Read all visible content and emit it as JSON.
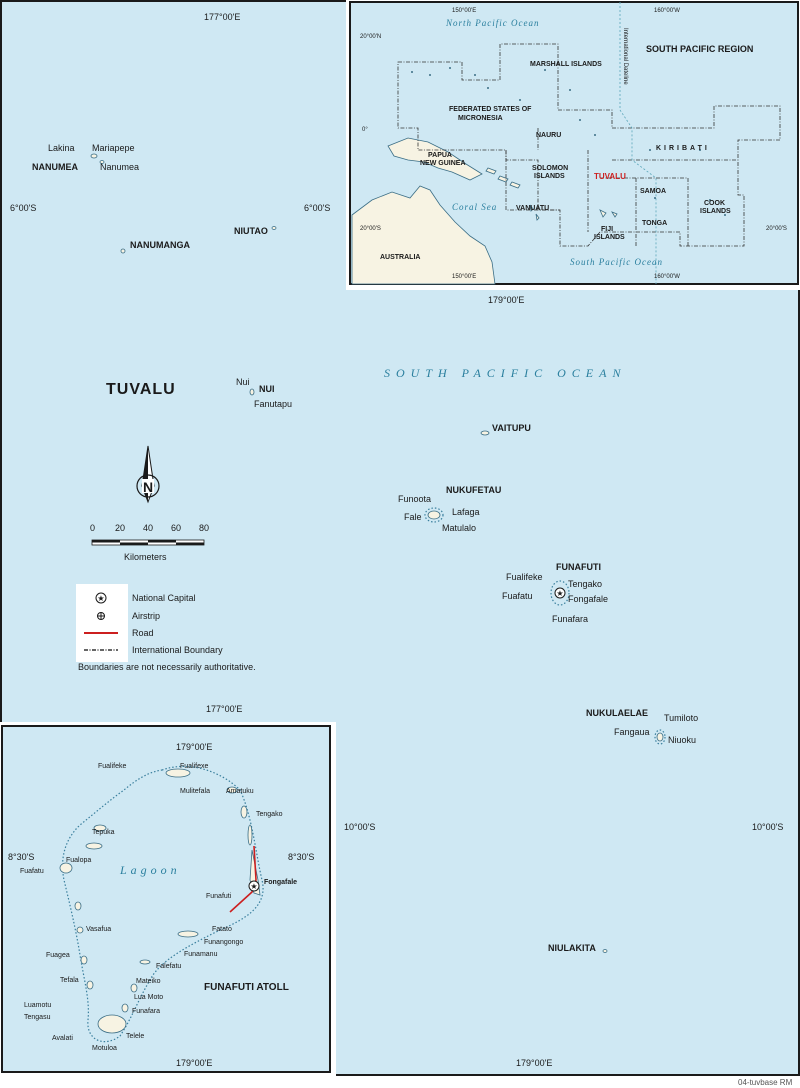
{
  "country_title": "TUVALU",
  "ocean_label": "SOUTH PACIFIC OCEAN",
  "coords": {
    "lon_177_top": "177°00'E",
    "lon_179_mid": "179°00'E",
    "lon_177_mid": "177°00'E",
    "lon_179_bottom": "179°00'E",
    "lat_6_left": "6°00'S",
    "lat_6_right": "6°00'S",
    "lat_10_left": "10°00'S",
    "lat_10_right": "10°00'S"
  },
  "islands": [
    {
      "name": "NANUMEA",
      "bold": true
    },
    {
      "name": "Lakina",
      "bold": false
    },
    {
      "name": "Mariapepe",
      "bold": false
    },
    {
      "name": "Nanumea",
      "bold": false
    },
    {
      "name": "NIUTAO",
      "bold": true
    },
    {
      "name": "NANUMANGA",
      "bold": true
    },
    {
      "name": "Nui",
      "bold": false
    },
    {
      "name": "NUI",
      "bold": true
    },
    {
      "name": "Fanutapu",
      "bold": false
    },
    {
      "name": "VAITUPU",
      "bold": true
    },
    {
      "name": "NUKUFETAU",
      "bold": true
    },
    {
      "name": "Funoota",
      "bold": false
    },
    {
      "name": "Lafaga",
      "bold": false
    },
    {
      "name": "Fale",
      "bold": false
    },
    {
      "name": "Matulalo",
      "bold": false
    },
    {
      "name": "FUNAFUTI",
      "bold": true
    },
    {
      "name": "Fualifeke",
      "bold": false
    },
    {
      "name": "Tengako",
      "bold": false
    },
    {
      "name": "Fuafatu",
      "bold": false
    },
    {
      "name": "Fongafale",
      "bold": false
    },
    {
      "name": "Funafara",
      "bold": false
    },
    {
      "name": "NUKULAELAE",
      "bold": true
    },
    {
      "name": "Tumiloto",
      "bold": false
    },
    {
      "name": "Fangaua",
      "bold": false
    },
    {
      "name": "Niuoku",
      "bold": false
    },
    {
      "name": "NIULAKITA",
      "bold": true
    }
  ],
  "scale": {
    "ticks": [
      "0",
      "20",
      "40",
      "60",
      "80"
    ],
    "unit": "Kilometers"
  },
  "compass_label": "N",
  "legend": {
    "items": [
      {
        "label": "National Capital",
        "symbol": "star-in-circle"
      },
      {
        "label": "Airstrip",
        "symbol": "airstrip"
      },
      {
        "label": "Road",
        "symbol": "red-line"
      },
      {
        "label": "International Boundary",
        "symbol": "dash-dot-line"
      }
    ],
    "note": "Boundaries are not necessarily authoritative."
  },
  "region_inset": {
    "title": "SOUTH PACIFIC REGION",
    "oceans": [
      "North Pacific Ocean",
      "Coral Sea",
      "South Pacific Ocean"
    ],
    "dateline": "International Dateline",
    "countries": [
      "MARSHALL ISLANDS",
      "FEDERATED STATES OF",
      "MICRONESIA",
      "NAURU",
      "KIRIBATI",
      "PAPUA",
      "NEW GUINEA",
      "SOLOMON",
      "ISLANDS",
      "TUVALU",
      "SAMOA",
      "VANUATU",
      "FIJI",
      "ISLANDS",
      "TONGA",
      "COOK",
      "ISLANDS",
      "AUSTRALIA"
    ],
    "coords": [
      "150°00'E",
      "160°00'W",
      "20°00'N",
      "0°",
      "20°00'S",
      "20°00'S",
      "150°00'E",
      "160°00'W"
    ]
  },
  "atoll_inset": {
    "title": "FUNAFUTI ATOLL",
    "lagoon": "Lagoon",
    "coords": [
      "179°00'E",
      "8°30'S",
      "8°30'S",
      "179°00'E"
    ],
    "islets": [
      "Fualifeke",
      "Fualifexe",
      "Amatuku",
      "Mulitefala",
      "Tengako",
      "Tepuka",
      "Fualopa",
      "Fuafatu",
      "Fongafale",
      "Funafuti",
      "Vasafua",
      "Fatato",
      "Funangongo",
      "Funamanu",
      "Fuagea",
      "Falefatu",
      "Tefala",
      "Mateiko",
      "Lua Moto",
      "Luamotu",
      "Funafara",
      "Tengasu",
      "Telele",
      "Avalati",
      "Motuloa"
    ]
  },
  "credit": "04-tuvbase RM"
}
